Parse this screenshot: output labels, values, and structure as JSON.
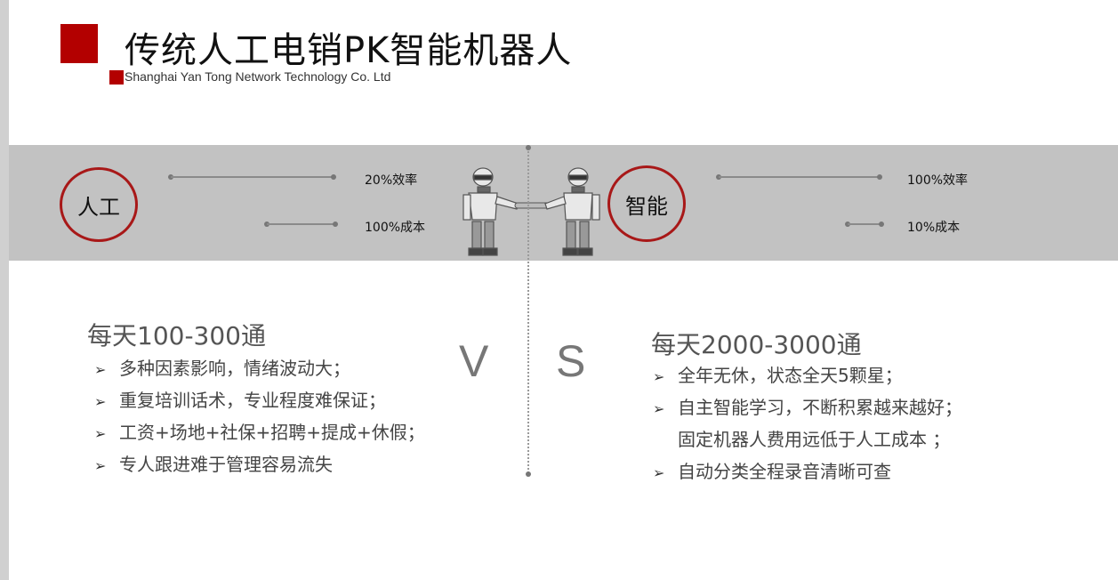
{
  "title": "传统人工电销PK智能机器人",
  "subtitle": "Shanghai Yan Tong Network Technology Co. Ltd",
  "left": {
    "circle_label": "人工",
    "stats": [
      "20%效率",
      "100%成本"
    ],
    "heading": "每天100-300通",
    "bullets": [
      "多种因素影响，情绪波动大；",
      "重复培训话术，专业程度难保证；",
      "工资+场地+社保+招聘+提成+休假；",
      "专人跟进难于管理容易流失"
    ]
  },
  "right": {
    "circle_label": "智能",
    "stats": [
      "100%效率",
      "10%成本"
    ],
    "heading": "每天2000-3000通",
    "bullets": [
      "全年无休，状态全天5颗星；",
      "自主智能学习，不断积累越来越好；"
    ],
    "continuation": "固定机器人费用远低于人工成本 ；",
    "last_bullet": "自动分类全程录音清晰可查"
  },
  "vs": {
    "v": "V",
    "s": "S"
  },
  "colors": {
    "accent": "#b30000",
    "band": "#c2c2c2",
    "circle": "#a81818"
  }
}
